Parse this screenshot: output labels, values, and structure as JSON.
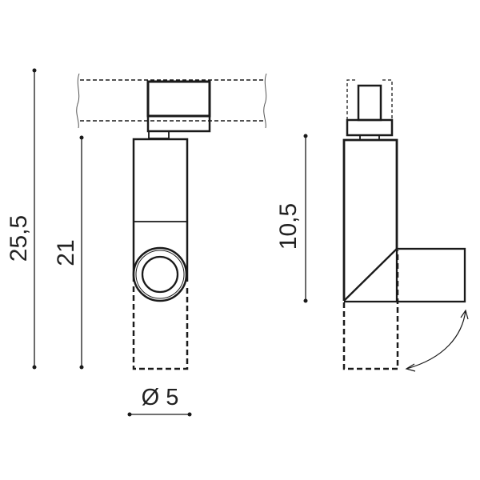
{
  "diagram": {
    "type": "technical-drawing",
    "subject": "track spotlight dimension drawing",
    "views": [
      "front-view",
      "side-view"
    ],
    "dimensions": {
      "overall_height": "25,5",
      "body_height": "21",
      "head_height": "10,5",
      "diameter": "Ø 5"
    },
    "colors": {
      "line": "#1a1a1a",
      "background": "#ffffff"
    },
    "annotations": {
      "rotation_arrow": "double-headed curved arrow indicating head rotation"
    }
  }
}
